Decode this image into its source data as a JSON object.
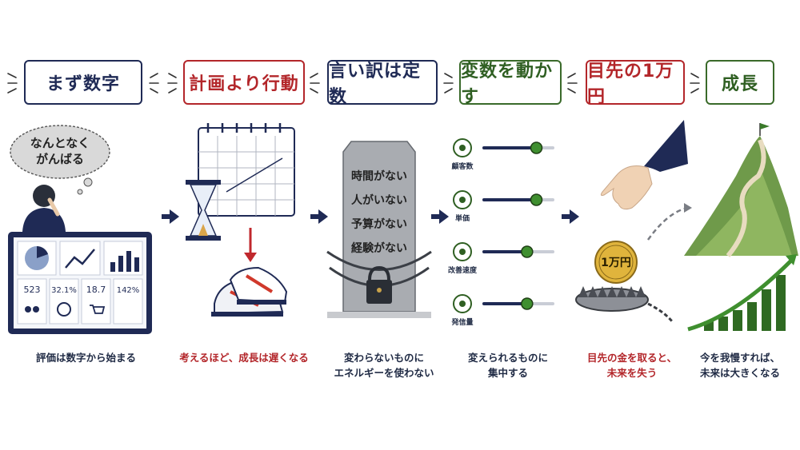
{
  "steps": [
    {
      "title": "まず数字",
      "caption": [
        "評価は数字から始まる"
      ]
    },
    {
      "title": "計画より行動",
      "caption": [
        "考えるほど、成長は遅くなる"
      ]
    },
    {
      "title": "言い訳は定数",
      "caption": [
        "変わらないものに",
        "エネルギーを使わない"
      ]
    },
    {
      "title": "変数を動かす",
      "caption": [
        "変えられるものに",
        "集中する"
      ]
    },
    {
      "title": "目先の1万円",
      "caption": [
        "目先の金を取ると、",
        "未来を失う"
      ]
    },
    {
      "title": "成長",
      "caption": [
        "今を我慢すれば、",
        "未来は大きくなる"
      ]
    }
  ],
  "cloud": {
    "line1": "なんとなく",
    "line2": "がんばる"
  },
  "monitor": {
    "stats": [
      "523",
      "32.1%",
      "18.7",
      "142%"
    ]
  },
  "stone": {
    "lines": [
      "時間がない",
      "人がいない",
      "予算がない",
      "経験がない"
    ]
  },
  "sliders": [
    {
      "label": "顧客数",
      "icon": "people-icon",
      "level": 0.75
    },
    {
      "label": "単価",
      "icon": "cart-icon",
      "level": 0.75
    },
    {
      "label": "改善速度",
      "icon": "refresh-icon",
      "level": 0.62
    },
    {
      "label": "発信量",
      "icon": "megaphone-icon",
      "level": 0.62
    }
  ],
  "coin": {
    "label": "1万円"
  },
  "colors": {
    "navy": "#1f2a55",
    "red": "#b3262a",
    "green": "#2f5f22",
    "slider_knob": "#3f8f2f"
  }
}
